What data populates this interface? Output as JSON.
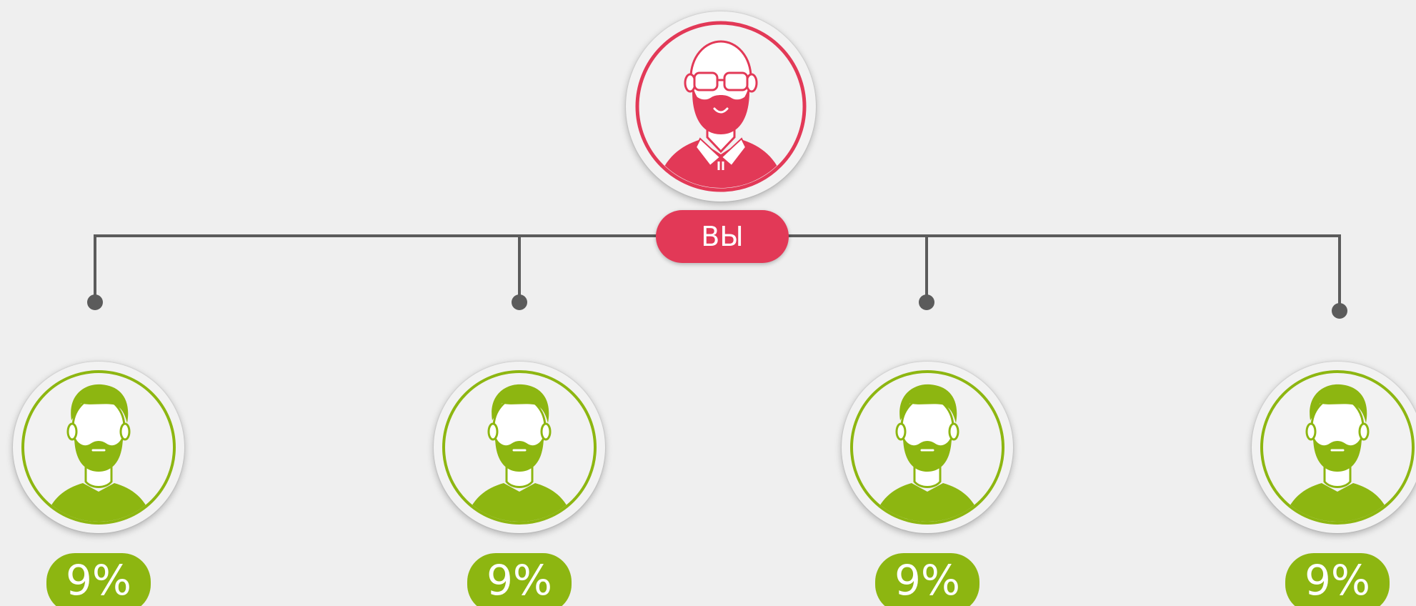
{
  "root": {
    "label": "ВЫ",
    "color": "#e23957",
    "icon": "bearded-man-glasses-icon"
  },
  "children": [
    {
      "percent": "9%",
      "icon": "bearded-man-icon"
    },
    {
      "percent": "9%",
      "icon": "bearded-man-icon"
    },
    {
      "percent": "9%",
      "icon": "bearded-man-icon"
    },
    {
      "percent": "9%",
      "icon": "bearded-man-icon"
    }
  ],
  "colors": {
    "accent_red": "#e23957",
    "accent_green": "#8db611",
    "connector": "#5b5b5b",
    "background": "#efefef"
  }
}
